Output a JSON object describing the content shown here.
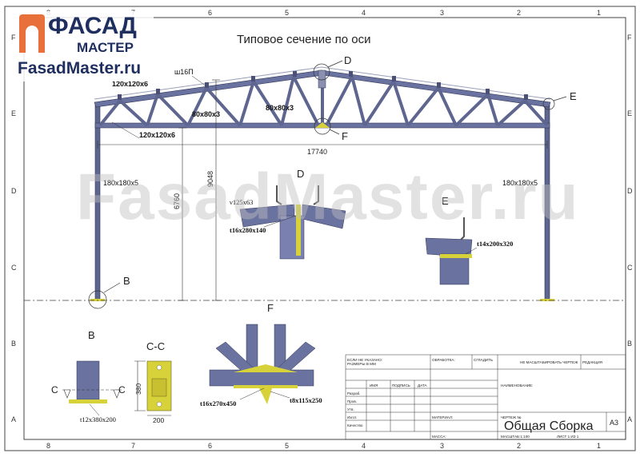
{
  "branding": {
    "company_name": "ФАСАД",
    "company_sub": "МАСТЕР",
    "site": "FasadMaster.ru",
    "watermark": "FasadMaster.ru"
  },
  "drawing": {
    "title": "Типовое сечение по оси",
    "grid_columns": [
      "8",
      "7",
      "6",
      "5",
      "4",
      "3",
      "2",
      "1"
    ],
    "grid_rows": [
      "F",
      "E",
      "D",
      "C",
      "B",
      "A"
    ],
    "dimensions": {
      "span": "17740",
      "height_eave": "6760",
      "height_ridge": "9048"
    },
    "member_labels": {
      "purlin": "ш16П",
      "top_chord_1": "120x120x6",
      "bottom_chord": "120x120x6",
      "web_1": "80x80x3",
      "web_2": "80x80x3",
      "column_left": "180x180x5",
      "column_right": "180x180x5"
    },
    "callouts": {
      "D": "D",
      "E": "E",
      "F": "F",
      "B": "B"
    },
    "details": {
      "D": {
        "title": "D",
        "label_1": "ν125x63",
        "label_2": "t16x280x140"
      },
      "E": {
        "title": "E",
        "label_1": "t14x200x320"
      },
      "F": {
        "title": "F",
        "label_1": "t16x270x450",
        "label_2": "t8x115x250"
      },
      "B": {
        "title": "B",
        "label_1": "t12x380x200",
        "section_mark": "C"
      },
      "CC": {
        "title": "C-C",
        "dim_height": "380",
        "dim_width": "200"
      }
    }
  },
  "title_block": {
    "drawing_name": "Общая Сборка",
    "format": "A3",
    "note_unspecified": "ЕСЛИ НЕ УКАЗАНО: РАЗМЕРЫ В МИЛЛИМЕТРАХ ШЕРОХОВАТОСТЬ: ДОПУСКИ: ЛИНЕЙНЫЕ: УГЛОВЫЕ:",
    "finish": "ОБРАБОТКА:",
    "deburr": "СГЛАДИТЬ ЗАУСЕНЦЫ И ОСТРЫЕ КРОМКИ",
    "no_scale": "НЕ МАСШТАБИРОВАТЬ ЧЕРТЕЖ",
    "revision": "РЕДАКЦИЯ",
    "col_name": "ИМЯ",
    "col_sign": "ПОДПИСЬ",
    "col_date": "ДАТА",
    "heading_name": "НАИМЕНОВАНИЕ:",
    "rows": [
      "Разраб.",
      "Пров.",
      "Утв.",
      "Изгот.",
      "Качество"
    ],
    "material": "МАТЕРИАЛ:",
    "drawing_no": "ЧЕРТЕЖ №",
    "mass": "МАССА:",
    "scale": "МАСШТАБ:1:100",
    "sheet": "ЛИСТ 1 ИЗ 1"
  }
}
